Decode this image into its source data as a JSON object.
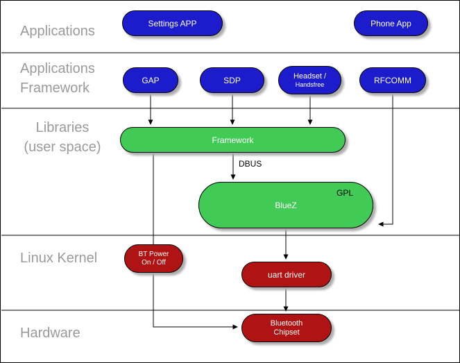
{
  "layers": {
    "applications": "Applications",
    "app_framework": [
      "Applications",
      "Framework"
    ],
    "libraries": [
      "Libraries",
      "(user space)"
    ],
    "linux_kernel": "Linux Kernel",
    "hardware": "Hardware"
  },
  "nodes": {
    "settings_app": {
      "label": "Settings APP"
    },
    "phone_app": {
      "label": "Phone App"
    },
    "gap": {
      "label": "GAP"
    },
    "sdp": {
      "label": "SDP"
    },
    "headset": {
      "label_line1": "Headset /",
      "label_line2": "Handsfree"
    },
    "rfcomm": {
      "label": "RFCOMM"
    },
    "framework": {
      "label": "Framework"
    },
    "bluez": {
      "label": "BlueZ",
      "license_badge": "GPL"
    },
    "bt_power": {
      "label_line1": "BT Power",
      "label_line2": "On / Off"
    },
    "uart_driver": {
      "label": "uart driver"
    },
    "bluetooth_chipset": {
      "label_line1": "Bluetooth",
      "label_line2": "Chipset"
    }
  },
  "edges": {
    "dbus_label": "DBUS"
  },
  "colors": {
    "app_blue": "#1c1ccd",
    "lib_green": "#41ca55",
    "kernel_red": "#b01313",
    "shadow_gray": "#adadad",
    "layer_label_gray": "#9a9a9a",
    "background": "#ffffff"
  }
}
